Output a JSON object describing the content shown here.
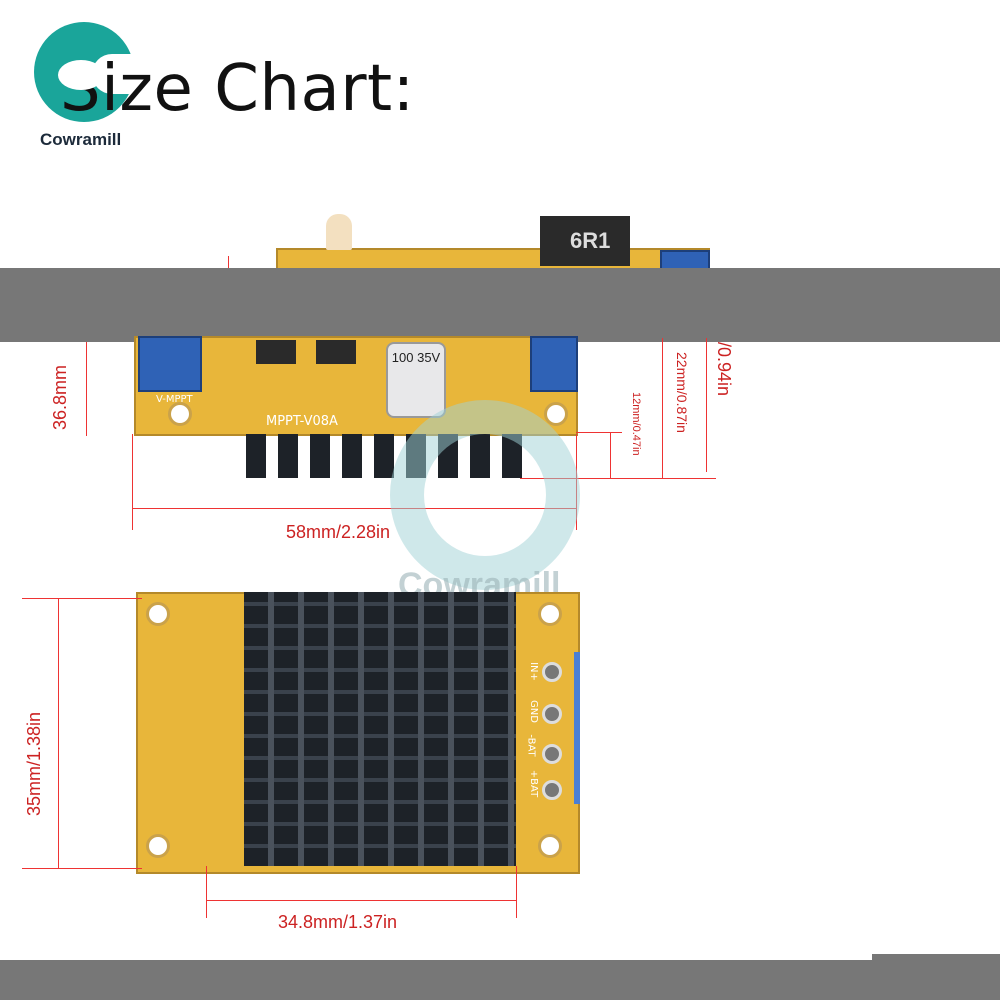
{
  "header": {
    "title": "Size Chart:",
    "brand": "Cowramill"
  },
  "side_view": {
    "board_label": "MPPT-V08A",
    "cap_label": "100 35V",
    "inductor_label": "6R1",
    "pin_label": "V-MPPT",
    "height_total": "36.8mm",
    "height_right": "/0.94in",
    "height_22": "22mm/0.87in",
    "height_12": "12mm/0.47in",
    "width": "58mm/2.28in"
  },
  "bottom_view": {
    "height": "35mm/1.38in",
    "width": "34.8mm/1.37in",
    "terminal_labels": [
      "IN+",
      "GND",
      "-BAT",
      "+BAT"
    ]
  },
  "watermark": "Cowramill",
  "colors": {
    "pcb": "#e8b63a",
    "heatsink": "#1d2228",
    "dimension": "#e33333",
    "brand": "#1aa59a"
  }
}
